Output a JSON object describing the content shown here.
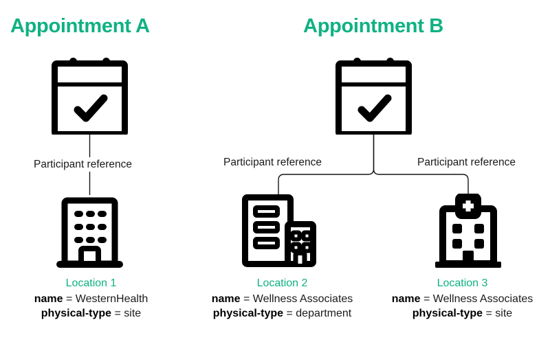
{
  "colors": {
    "accent_green": "#0fb182",
    "ink": "#1a1a1a",
    "background": "#ffffff"
  },
  "panels": [
    {
      "title": "Appointment A",
      "appointment_icon": "calendar-check-icon",
      "edges": [
        {
          "label": "Participant reference"
        }
      ]
    },
    {
      "title": "Appointment B",
      "appointment_icon": "calendar-check-icon",
      "edges": [
        {
          "label": "Participant reference"
        },
        {
          "label": "Participant reference"
        }
      ]
    }
  ],
  "locations": [
    {
      "heading": "Location 1",
      "icon": "office-building-icon",
      "attributes": [
        {
          "key": "name",
          "equals": "=",
          "value": "WesternHealth"
        },
        {
          "key": "physical-type",
          "equals": "=",
          "value": "site"
        }
      ]
    },
    {
      "heading": "Location 2",
      "icon": "two-wing-building-icon",
      "attributes": [
        {
          "key": "name",
          "equals": "=",
          "value": "Wellness Associates"
        },
        {
          "key": "physical-type",
          "equals": "=",
          "value": "department"
        }
      ]
    },
    {
      "heading": "Location 3",
      "icon": "hospital-building-icon",
      "attributes": [
        {
          "key": "name",
          "equals": "=",
          "value": "Wellness Associates"
        },
        {
          "key": "physical-type",
          "equals": "=",
          "value": "site"
        }
      ]
    }
  ]
}
